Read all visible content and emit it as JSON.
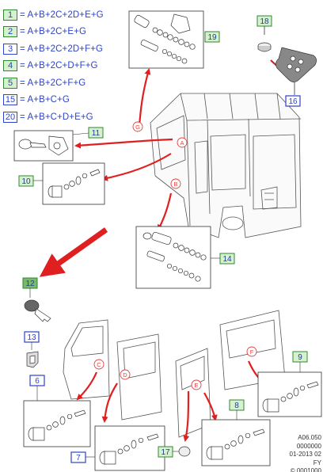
{
  "legend": [
    {
      "num": "1",
      "formula": "= A+B+2C+2D+E+G",
      "boxed": "green"
    },
    {
      "num": "2",
      "formula": "= A+B+2C+E+G",
      "boxed": "green"
    },
    {
      "num": "3",
      "formula": "= A+B+2C+2D+F+G",
      "boxed": "blue"
    },
    {
      "num": "4",
      "formula": "= A+B+2C+D+F+G",
      "boxed": "green"
    },
    {
      "num": "5",
      "formula": "= A+B+2C+F+G",
      "boxed": "green"
    },
    {
      "num": "15",
      "formula": "= A+B+C+G",
      "boxed": "blue"
    },
    {
      "num": "20",
      "formula": "= A+B+C+D+E+G",
      "boxed": "blue"
    }
  ],
  "callouts": {
    "c19": "19",
    "c18": "18",
    "c16": "16",
    "c11": "11",
    "c10": "10",
    "c14": "14",
    "c12": "12",
    "c13": "13",
    "c6": "6",
    "c7": "7",
    "c17": "17",
    "c8": "8",
    "c9": "9"
  },
  "letters": {
    "A": "A",
    "B": "B",
    "C": "C",
    "D": "D",
    "E": "E",
    "F": "F",
    "G": "G"
  },
  "code": {
    "line1": "A06.050",
    "line2": "0000000",
    "line3": "01-2013 02",
    "line4": "FY",
    "line5": "© 0001000"
  },
  "colors": {
    "callout_border": "#2f8a2f",
    "callout_fill": "#d8f0d2",
    "callout_text": "#1d3f8f",
    "legend_text": "#2d44c8",
    "arrow": "#e02020",
    "letter_circle": "#e34040"
  }
}
